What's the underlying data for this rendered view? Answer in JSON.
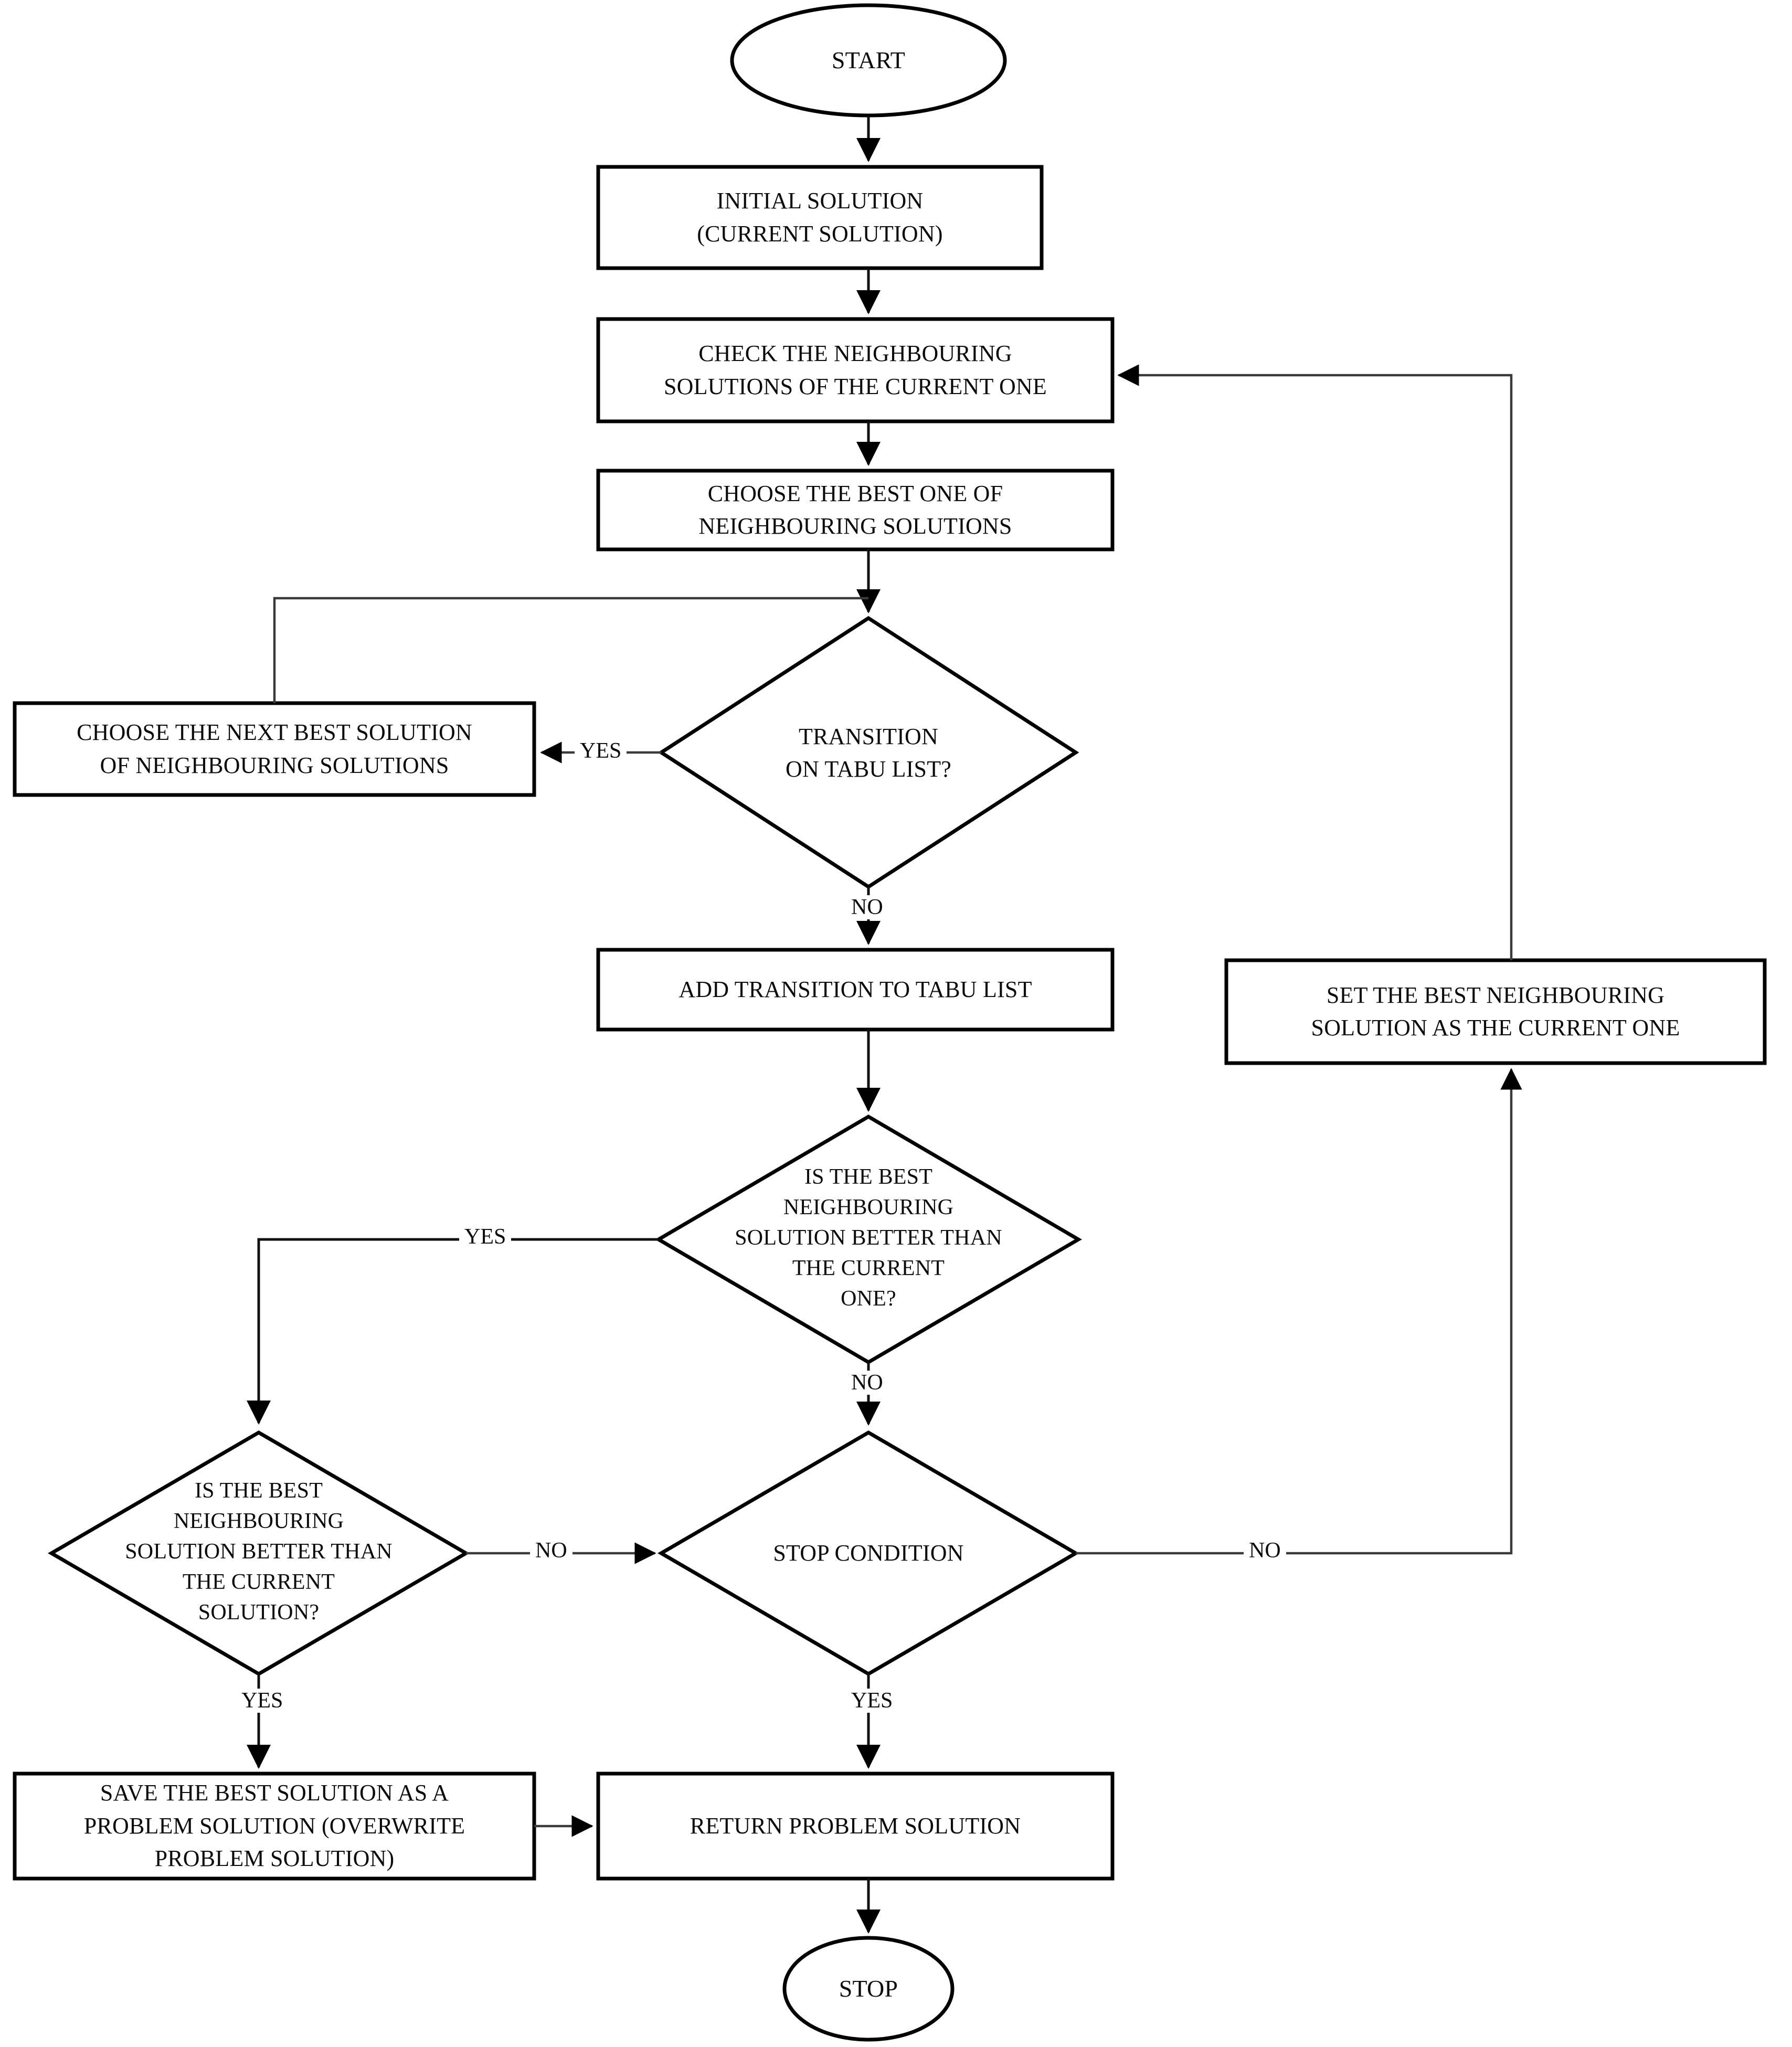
{
  "diagram": {
    "title": "Tabu Search Algorithm Flowchart",
    "type": "flowchart",
    "background_color": "#ffffff",
    "shape_stroke_color": "#000000",
    "connector_color": "#3b3b3b",
    "text_color": "#0b0b0b"
  },
  "nodes": [
    {
      "id": "start",
      "shape": "ellipse",
      "label": "START"
    },
    {
      "id": "initial",
      "shape": "rectangle",
      "label": "INITIAL SOLUTION\n(CURRENT SOLUTION)"
    },
    {
      "id": "check",
      "shape": "rectangle",
      "label": "CHECK THE NEIGHBOURING\nSOLUTIONS OF THE CURRENT ONE"
    },
    {
      "id": "choose_best",
      "shape": "rectangle",
      "label": "CHOOSE THE BEST ONE OF\nNEIGHBOURING SOLUTIONS"
    },
    {
      "id": "choose_next_best",
      "shape": "rectangle",
      "label": "CHOOSE THE NEXT BEST SOLUTION\nOF NEIGHBOURING SOLUTIONS"
    },
    {
      "id": "tabu_check",
      "shape": "diamond",
      "label": "TRANSITION\nON TABU LIST?"
    },
    {
      "id": "add_tabu",
      "shape": "rectangle",
      "label": "ADD TRANSITION TO TABU LIST"
    },
    {
      "id": "set_current",
      "shape": "rectangle",
      "label": "SET THE BEST NEIGHBOURING\nSOLUTION AS THE CURRENT ONE"
    },
    {
      "id": "better_than_current_one",
      "shape": "diamond",
      "label": "IS THE BEST\nNEIGHBOURING\nSOLUTION BETTER THAN\nTHE CURRENT\nONE?"
    },
    {
      "id": "better_than_current_solution",
      "shape": "diamond",
      "label": "IS THE BEST\nNEIGHBOURING\nSOLUTION BETTER THAN\nTHE CURRENT\nSOLUTION?"
    },
    {
      "id": "stop_condition",
      "shape": "diamond",
      "label": "STOP CONDITION"
    },
    {
      "id": "save_best",
      "shape": "rectangle",
      "label": "SAVE THE BEST SOLUTION AS A\nPROBLEM SOLUTION (OVERWRITE\nPROBLEM SOLUTION)"
    },
    {
      "id": "return_solution",
      "shape": "rectangle",
      "label": "RETURN PROBLEM SOLUTION"
    },
    {
      "id": "stop",
      "shape": "ellipse",
      "label": "STOP"
    }
  ],
  "edges": [
    {
      "from": "start",
      "to": "initial",
      "label": ""
    },
    {
      "from": "initial",
      "to": "check",
      "label": ""
    },
    {
      "from": "check",
      "to": "choose_best",
      "label": ""
    },
    {
      "from": "choose_best",
      "to": "tabu_check",
      "label": ""
    },
    {
      "from": "tabu_check",
      "to": "choose_next_best",
      "label": "YES"
    },
    {
      "from": "choose_next_best",
      "to": "tabu_check",
      "label": ""
    },
    {
      "from": "tabu_check",
      "to": "add_tabu",
      "label": "NO"
    },
    {
      "from": "add_tabu",
      "to": "better_than_current_one",
      "label": ""
    },
    {
      "from": "better_than_current_one",
      "to": "better_than_current_solution",
      "label": "YES"
    },
    {
      "from": "better_than_current_one",
      "to": "stop_condition",
      "label": "NO"
    },
    {
      "from": "better_than_current_solution",
      "to": "stop_condition",
      "label": "NO"
    },
    {
      "from": "better_than_current_solution",
      "to": "save_best",
      "label": "YES"
    },
    {
      "from": "stop_condition",
      "to": "set_current",
      "label": "NO"
    },
    {
      "from": "stop_condition",
      "to": "return_solution",
      "label": "YES"
    },
    {
      "from": "set_current",
      "to": "check",
      "label": ""
    },
    {
      "from": "save_best",
      "to": "return_solution",
      "label": ""
    },
    {
      "from": "return_solution",
      "to": "stop",
      "label": ""
    }
  ],
  "edge_labels": {
    "tabu_yes": "YES",
    "tabu_no": "NO",
    "better_one_yes": "YES",
    "better_one_no": "NO",
    "better_solution_no": "NO",
    "better_solution_yes": "YES",
    "stop_condition_no": "NO",
    "stop_condition_yes": "YES"
  }
}
